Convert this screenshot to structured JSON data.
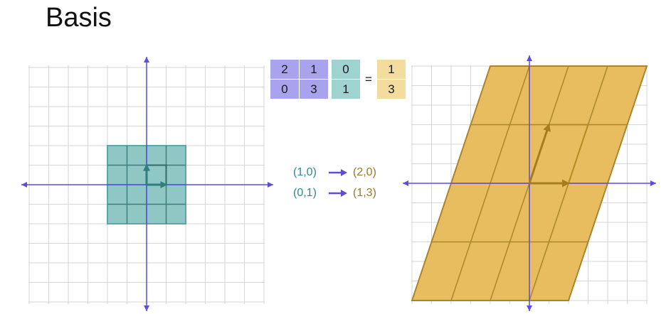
{
  "title": "Basis",
  "colors": {
    "axis": "#5b4de0",
    "grid": "#d6d6d6",
    "teal": "#5aa9a8",
    "teal_fill": "#8fc7c4",
    "gold": "#e2b24a",
    "gold_fill": "#e8bd5f",
    "purple_cell": "#a9a3ee",
    "teal_cell": "#9fd3cf",
    "gold_cell": "#f3dc9e"
  },
  "equation": {
    "matrix": [
      [
        "2",
        "1"
      ],
      [
        "0",
        "3"
      ]
    ],
    "vector": [
      "0",
      "1"
    ],
    "equals": "=",
    "result": [
      "1",
      "3"
    ]
  },
  "mappings": [
    {
      "from": "(1,0)",
      "to": "(2,0)"
    },
    {
      "from": "(0,1)",
      "to": "(1,3)"
    }
  ]
}
